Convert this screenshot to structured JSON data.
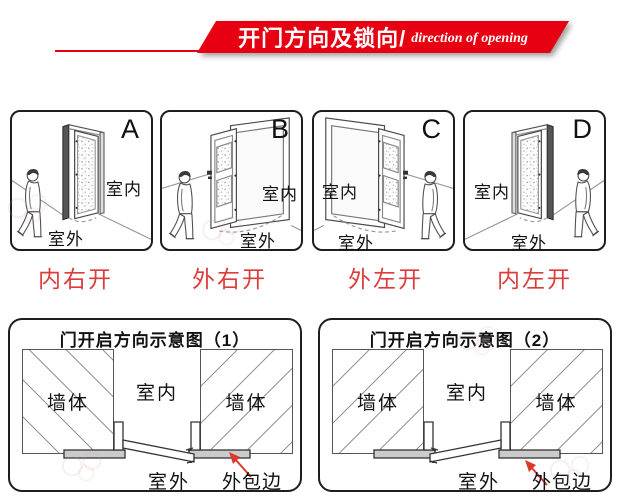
{
  "header": {
    "title": "开门方向及锁向/",
    "subtitle": "direction of opening"
  },
  "panels": [
    {
      "letter": "A",
      "indoor_label": "室内",
      "outdoor_label": "室外",
      "caption": "内右开"
    },
    {
      "letter": "B",
      "indoor_label": "室内",
      "outdoor_label": "室外",
      "caption": "外右开"
    },
    {
      "letter": "C",
      "indoor_label": "室内",
      "outdoor_label": "室外",
      "caption": "外左开"
    },
    {
      "letter": "D",
      "indoor_label": "室内",
      "outdoor_label": "室外",
      "caption": "内左开"
    }
  ],
  "diagrams": [
    {
      "title": "门开启方向示意图（1）",
      "wall_left": "墙体",
      "room": "室内",
      "wall_right": "墙体",
      "outside": "室外",
      "edge_label": "外包边",
      "hinge_side": "left"
    },
    {
      "title": "门开启方向示意图（2）",
      "wall_left": "墙体",
      "room": "室内",
      "wall_right": "墙体",
      "outside": "室外",
      "edge_label": "外包边",
      "hinge_side": "right"
    }
  ],
  "colors": {
    "banner_red": "#e60012",
    "caption_red": "#dd3c3c",
    "arrow_red": "#d93a2a",
    "line_dark": "#333333"
  }
}
